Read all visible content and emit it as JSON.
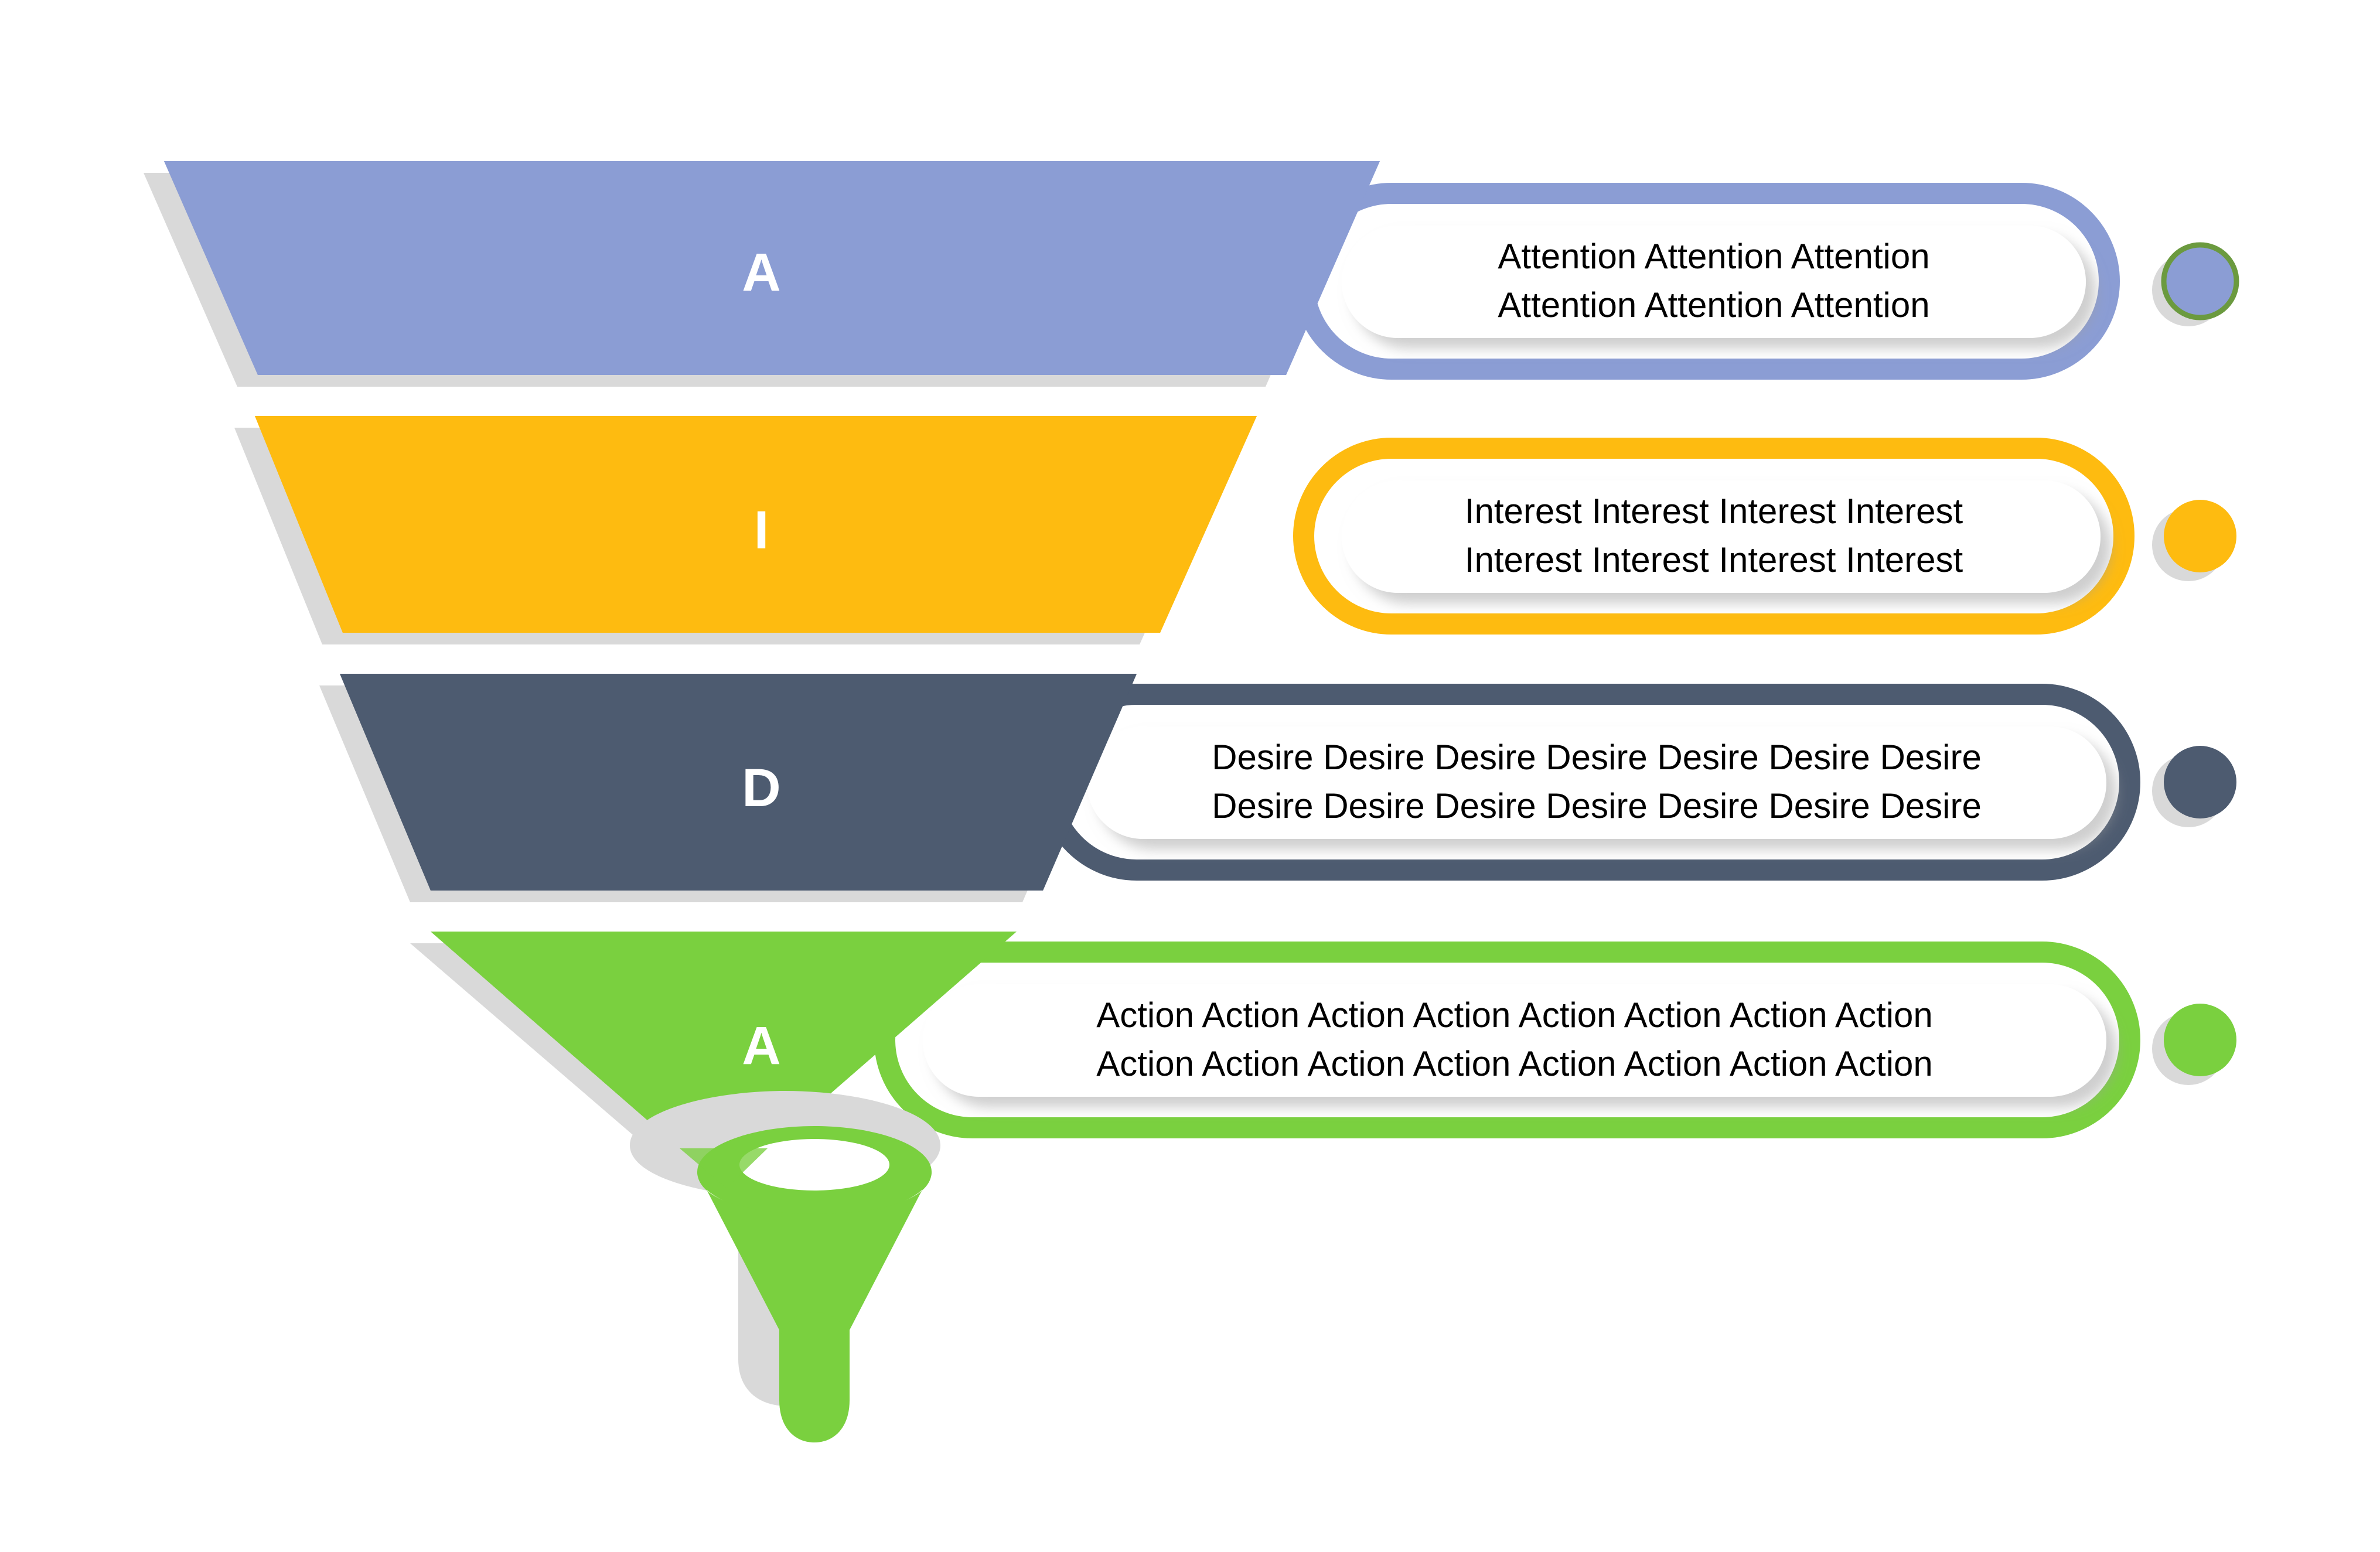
{
  "diagram": {
    "type": "aida-marketing-funnel",
    "background_color": "#ffffff",
    "shadow_color": "#d9d9d9"
  },
  "stages": [
    {
      "id": "attention",
      "letter": "A",
      "color": "#8b9dd4",
      "line1": "Attention Attention Attention",
      "line2": "Attention Attention Attention",
      "bullet_icon": "circle-bullet-icon",
      "bullet_outline_color": "#6b9a3f"
    },
    {
      "id": "interest",
      "letter": "I",
      "color": "#febb10",
      "line1": "Interest Interest Interest Interest",
      "line2": "Interest Interest Interest Interest",
      "bullet_icon": "circle-bullet-icon",
      "bullet_outline_color": ""
    },
    {
      "id": "desire",
      "letter": "D",
      "color": "#4d5b70",
      "line1": "Desire Desire Desire Desire Desire Desire Desire",
      "line2": "Desire Desire Desire Desire Desire Desire Desire",
      "bullet_icon": "circle-bullet-icon",
      "bullet_outline_color": ""
    },
    {
      "id": "action",
      "letter": "A",
      "color": "#7ad03f",
      "line1": "Action Action Action Action Action Action Action Action",
      "line2": "Action Action Action Action Action Action Action Action",
      "bullet_icon": "circle-bullet-icon",
      "bullet_outline_color": ""
    }
  ],
  "funnel_icon": {
    "name": "funnel-icon",
    "color": "#7ad03f"
  }
}
